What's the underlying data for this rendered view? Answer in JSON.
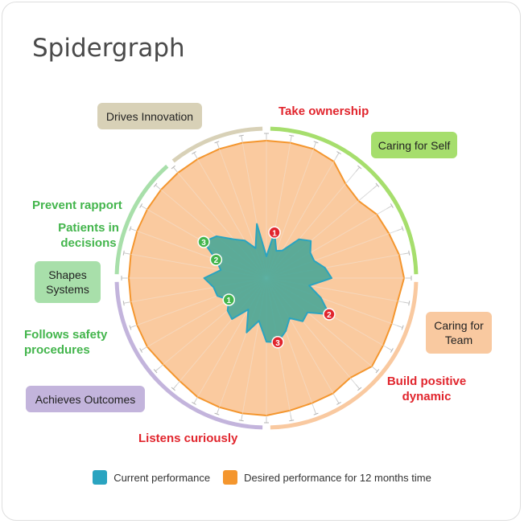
{
  "title": "Spidergraph",
  "chart_data": {
    "type": "radar",
    "axis_count": 36,
    "range": [
      0,
      10
    ],
    "series": [
      {
        "name": "Current performance",
        "color": "#2aa4c0",
        "fill": "#3fa595",
        "values": [
          1.5,
          3.2,
          2.0,
          2.2,
          3.5,
          4.0,
          3.5,
          3.5,
          4.1,
          4.5,
          3.0,
          4.0,
          5.0,
          3.7,
          3.9,
          3.2,
          3.9,
          4.5,
          4.4,
          3.0,
          4.0,
          2.5,
          3.7,
          3.5,
          3.0,
          3.6,
          3.7,
          4.3,
          3.2,
          3.7,
          5.0,
          4.5,
          3.5,
          3.0,
          2.2,
          3.8
        ]
      },
      {
        "name": "Desired performance for 12 months time",
        "color": "#f4962e",
        "fill": "#f9c18e",
        "values": [
          9.5,
          9.5,
          9.5,
          9.3,
          8.5,
          8.3,
          8.8,
          9.0,
          9.3,
          9.5,
          9.2,
          9.2,
          9.3,
          9.5,
          9.0,
          9.2,
          9.2,
          9.3,
          9.5,
          9.5,
          9.5,
          9.5,
          9.3,
          9.3,
          9.5,
          9.5,
          9.5,
          9.5,
          9.5,
          9.5,
          9.5,
          9.5,
          9.5,
          9.5,
          9.5,
          9.5
        ]
      }
    ],
    "markers": [
      {
        "text": "1",
        "color": "#e1252d",
        "axis": 1
      },
      {
        "text": "2",
        "color": "#e1252d",
        "axis": 12
      },
      {
        "text": "3",
        "color": "#e1252d",
        "axis": 17
      },
      {
        "text": "1",
        "color": "#43b54c",
        "axis": 24
      },
      {
        "text": "2",
        "color": "#43b54c",
        "axis": 29
      },
      {
        "text": "3",
        "color": "#43b54c",
        "axis": 30
      }
    ],
    "segments": [
      {
        "name": "Caring for Self",
        "color": "#a6de6d",
        "from": 0,
        "to": 9
      },
      {
        "name": "Caring for Team",
        "color": "#f9c9a0",
        "from": 9,
        "to": 18
      },
      {
        "name": "Achieves Outcomes",
        "color": "#c3b4dc",
        "from": 18,
        "to": 27
      },
      {
        "name": "Shapes Systems",
        "color": "#a8dfaa",
        "from": 27,
        "to": 32
      },
      {
        "name": "Drives Innovation",
        "color": "#d8d1b7",
        "from": 32,
        "to": 36
      }
    ]
  },
  "boxes": {
    "drives_innovation": {
      "label": "Drives Innovation",
      "bg": "#d8d1b7"
    },
    "caring_for_self": {
      "label": "Caring for Self",
      "bg": "#a6de6d"
    },
    "shapes_systems": {
      "label": "Shapes Systems",
      "bg": "#a8dfaa"
    },
    "caring_for_team": {
      "label": "Caring for Team",
      "bg": "#f9c9a0"
    },
    "achieves_outcomes": {
      "label": "Achieves Outcomes",
      "bg": "#c3b4dc"
    }
  },
  "labels": {
    "take_ownership": "Take ownership",
    "build_positive_dynamic": "Build positive dynamic",
    "listens_curiously": "Listens curiously",
    "prevent_rapport": "Prevent rapport",
    "patients_in_decisions": "Patients in decisions",
    "follows_safety_procedures": "Follows safety procedures"
  },
  "legend": [
    {
      "label": "Current performance",
      "color": "#2aa4c0"
    },
    {
      "label": "Desired performance for 12 months time",
      "color": "#f4962e"
    }
  ]
}
